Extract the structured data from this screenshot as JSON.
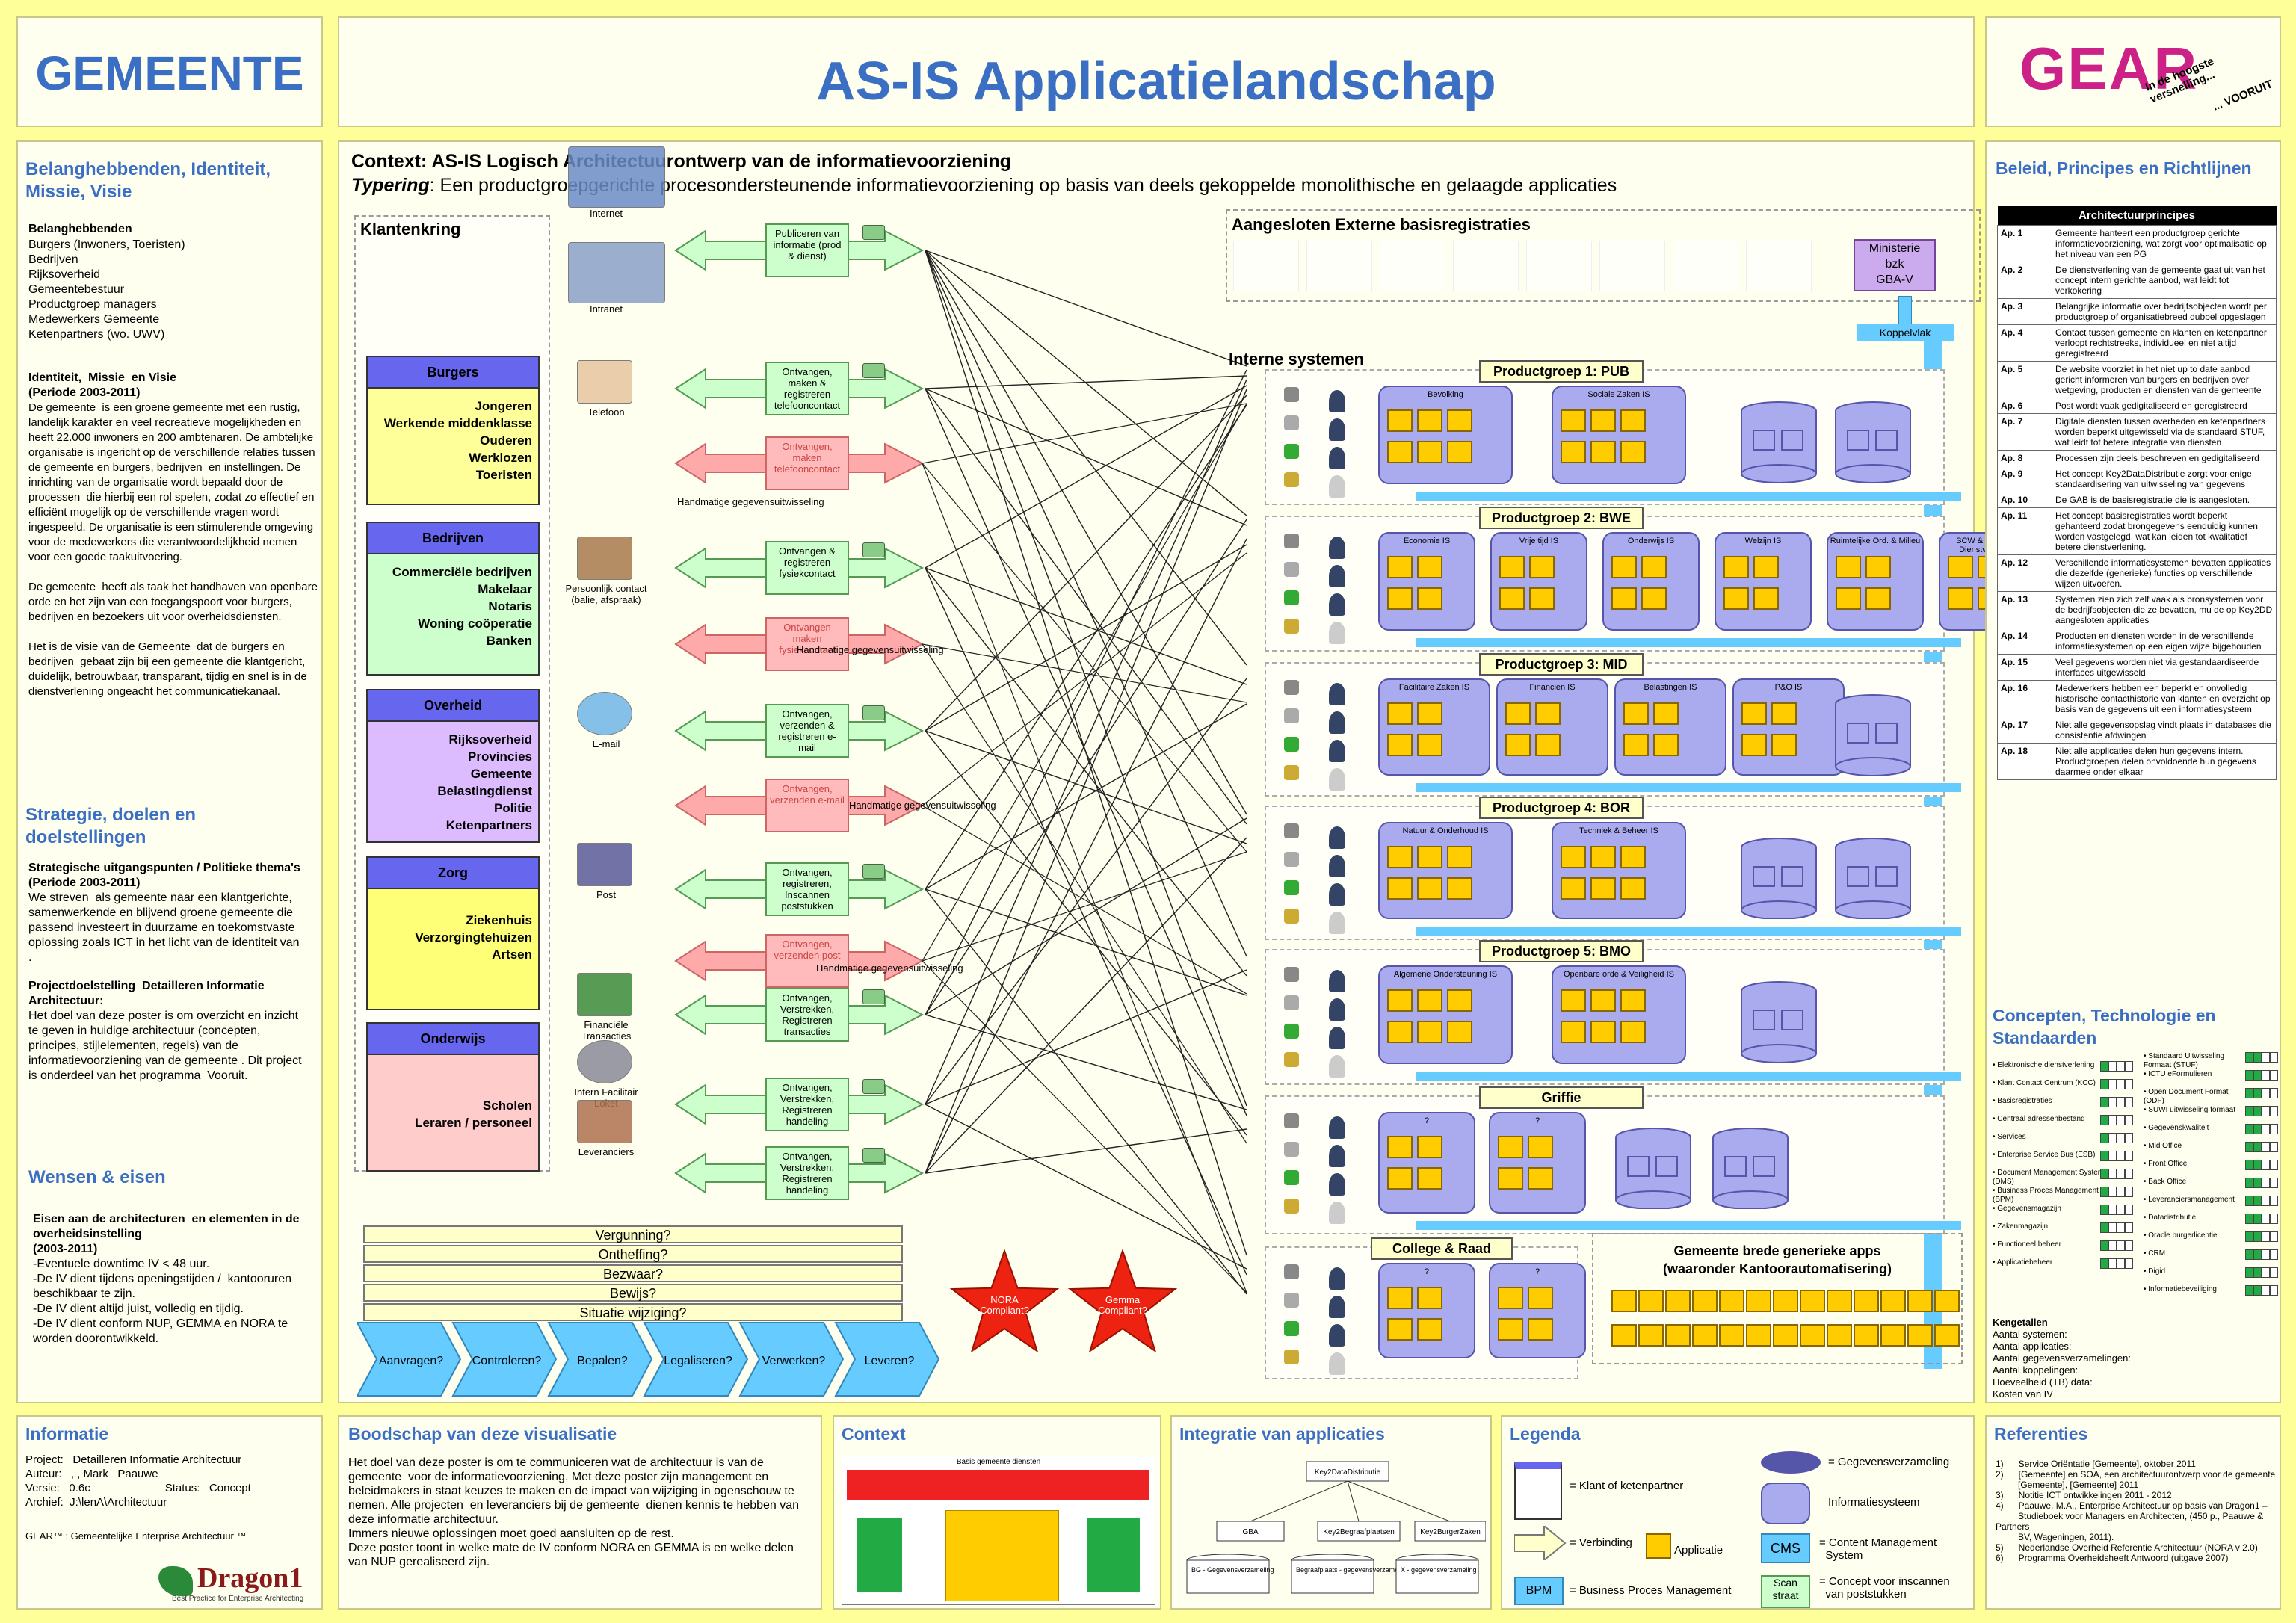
{
  "header": {
    "left_title": "GEMEENTE",
    "main_title": "AS-IS Applicatielandschap",
    "logo_text": "GEAR",
    "logo_tagline1": "In de hoogste versnelling...",
    "logo_tagline2": "... VOORUIT"
  },
  "left": {
    "title1": "Belanghebbenden, Identiteit, Missie, Visie",
    "stakeholders_head": "Belanghebbenden",
    "stakeholders": [
      "Burgers (Inwoners, Toeristen)",
      "Bedrijven",
      "Rijksoverheid",
      "Gemeentebestuur",
      "Productgroep managers",
      "Medewerkers Gemeente",
      "Ketenpartners (wo. UWV)"
    ],
    "identity_head": "Identiteit,  Missie  en Visie\n(Periode 2003-2011)",
    "identity_text": "De gemeente  is een groene gemeente met een rustig, landelijk karakter en veel recreatieve mogelijkheden en heeft 22.000 inwoners en 200 ambtenaren. De ambtelijke organisatie is ingericht op de verschillende relaties tussen de gemeente en burgers, bedrijven  en instellingen. De inrichting van de organisatie wordt bepaald door de processen  die hierbij een rol spelen, zodat zo effectief en efficiënt mogelijk op de verschillende vragen wordt ingespeeld. De organisatie is een stimulerende omgeving voor de medewerkers die verantwoordelijkheid nemen voor een goede taakuitvoering.\n\nDe gemeente  heeft als taak het handhaven van openbare orde en het zijn van een toegangspoort voor burgers, bedrijven en bezoekers uit voor overheidsdiensten.\n\nHet is de visie van de Gemeente  dat de burgers en bedrijven  gebaat zijn bij een gemeente die klantgericht, duidelijk, betrouwbaar, transparant, tijdig en snel is in de dienstverlening ongeacht het communicatiekanaal.",
    "title2": "Strategie, doelen en doelstellingen",
    "strategy_head": "Strategische uitgangspunten / Politieke thema's (Periode 2003-2011)",
    "strategy_text": "We streven  als gemeente naar een klantgerichte, samenwerkende en blijvend groene gemeente die passend investeert in duurzame en toekomstvaste  oplossing zoals ICT in het licht van de identiteit van .",
    "project_head": "Projectdoelstelling  Detailleren Informatie Architectuur:",
    "project_text": "Het doel van deze poster is om overzicht en inzicht te geven in huidige architectuur (concepten, principes, stijlelementen, regels) van de informatievoorziening van de gemeente . Dit project is onderdeel van het programma  Vooruit.",
    "title3": "Wensen & eisen",
    "wishes_head": "Eisen aan de architecturen  en elementen in de overheidsinstelling\n(2003-2011)",
    "wishes_text": "-Eventuele downtime IV < 48 uur.\n-De IV dient tijdens openingstijden /  kantooruren beschikbaar te zijn.\n-De IV dient altijd juist, volledig en tijdig.\n-De IV dient conform NUP, GEMMA en NORA te worden doorontwikkeld."
  },
  "context": {
    "line1_pre": "Context:  AS-IS  Logisch ",
    "line1_bold": "Architectuurontwerp van de informatievoorziening",
    "line2_italic": "Typering",
    "line2_rest": ": Een productgroepgerichte procesondersteunende informatievoorziening op basis van deels gekoppelde monolithische en gelaagde applicaties"
  },
  "klantenkring": {
    "title": "Klantenkring",
    "segments": [
      {
        "name": "Burgers",
        "items": [
          "Jongeren",
          "Werkende middenklasse",
          "Ouderen",
          "Werklozen",
          "Toeristen"
        ],
        "color": "#ffff99"
      },
      {
        "name": "Bedrijven",
        "items": [
          "Commerciële bedrijven",
          "Makelaar",
          "Notaris",
          "Woning coöperatie",
          "Banken"
        ],
        "color": "#ccffcc"
      },
      {
        "name": "Overheid",
        "items": [
          "Rijksoverheid",
          "Provincies",
          "Gemeente",
          "Belastingdienst",
          "Politie",
          "Ketenpartners"
        ],
        "color": "#ddbbff"
      },
      {
        "name": "Zorg",
        "items": [
          "Ziekenhuis",
          "Verzorgingtehuizen",
          "Artsen"
        ],
        "color": "#ffff77"
      },
      {
        "name": "Onderwijs",
        "items": [
          "Scholen",
          "Leraren / personeel"
        ],
        "color": "#ffcccc"
      }
    ]
  },
  "channels": [
    {
      "label": "Internet",
      "icon": "globe-icon"
    },
    {
      "label": "Intranet",
      "icon": "intranet-icon"
    },
    {
      "label": "Telefoon",
      "icon": "phone-icon"
    },
    {
      "label": "Persoonlijk contact\n(balie, afspraak)",
      "icon": "handshake-icon"
    },
    {
      "label": "E-mail",
      "icon": "email-icon"
    },
    {
      "label": "Post",
      "icon": "mail-icon"
    },
    {
      "label": "Financiële\nTransacties",
      "icon": "money-icon"
    },
    {
      "label": "Intern Facilitair\nLoket",
      "icon": "house-icon"
    },
    {
      "label": "Leveranciers",
      "icon": "people-icon"
    }
  ],
  "value_boxes": [
    {
      "text": "Publiceren van informatie (prod & dienst)",
      "type": "green"
    },
    {
      "text": "Ontvangen, maken & registreren telefooncontact",
      "type": "green"
    },
    {
      "text": "Ontvangen, maken telefooncontact",
      "type": "red"
    },
    {
      "text": "Ontvangen & registreren fysiekcontact",
      "type": "green"
    },
    {
      "text": "Ontvangen maken fysiekcontact",
      "type": "red"
    },
    {
      "text": "Ontvangen, verzenden & registreren e-mail",
      "type": "green"
    },
    {
      "text": "Ontvangen, verzenden e-mail",
      "type": "red"
    },
    {
      "text": "Ontvangen, registreren, Inscannen poststukken",
      "type": "green"
    },
    {
      "text": "Ontvangen, verzenden post",
      "type": "red"
    },
    {
      "text": "Ontvangen, Verstrekken, Registreren transacties",
      "type": "green"
    },
    {
      "text": "Ontvangen, Verstrekken, Registreren handeling",
      "type": "green"
    },
    {
      "text": "Ontvangen, Verstrekken, Registreren handeling",
      "type": "green"
    }
  ],
  "manual_label": "Handmatige gegevensuitwisseling",
  "questions": [
    "Vergunning?",
    "Ontheffing?",
    "Bezwaar?",
    "Bewijs?",
    "Situatie wijziging?"
  ],
  "process_chain": [
    "Aanvragen?",
    "Controleren?",
    "Bepalen?",
    "Legaliseren?",
    "Verwerken?",
    "Leveren?"
  ],
  "stars": [
    {
      "text": "NORA\nCompliant?"
    },
    {
      "text": "Gemma\nCompliant?"
    }
  ],
  "external": {
    "title": "Aangesloten  Externe basisregistraties",
    "ministry": "Ministerie\nbzk\nGBA-V",
    "koppelvlak": "Koppelvlak"
  },
  "internal": {
    "title": "Interne systemen",
    "groups": [
      {
        "label": "Productgroep 1: PUB",
        "apps": [
          "Bevolking",
          "Sociale Zaken IS"
        ],
        "dbs": 2
      },
      {
        "label": "Productgroep 2: BWE",
        "apps": [
          "Economie IS",
          "Vrije tijd IS",
          "Onderwijs IS",
          "Welzijn IS",
          "Ruimtelijke Ord. & Milieu",
          "SCW & Maatsch. Dienstverlening"
        ],
        "dbs": 0
      },
      {
        "label": "Productgroep 3: MID",
        "apps": [
          "Facilitaire Zaken IS",
          "Financien IS",
          "Belastingen IS",
          "P&O IS"
        ],
        "dbs": 1
      },
      {
        "label": "Productgroep 4: BOR",
        "apps": [
          "Natuur & Onderhoud IS",
          "Techniek & Beheer IS"
        ],
        "dbs": 2
      },
      {
        "label": "Productgroep 5: BMO",
        "apps": [
          "Algemene Ondersteuning IS",
          "Openbare orde & Veiligheid IS"
        ],
        "dbs": 1
      },
      {
        "label": "Griffie",
        "apps": [
          "?",
          "?"
        ],
        "dbs": 2
      },
      {
        "label": "College & Raad",
        "apps": [
          "?",
          "?"
        ],
        "dbs": 0
      }
    ],
    "generic_title": "Gemeente brede generieke apps\n(waaronder Kantoorautomatisering)"
  },
  "right": {
    "title1": "Beleid, Principes en Richtlijnen",
    "table_head": "Architectuurprincipes",
    "principles": [
      {
        "id": "Ap. 1",
        "text": "Gemeente  hanteert een productgroep gerichte informatievoorziening, wat zorgt voor optimalisatie op het niveau van een PG"
      },
      {
        "id": "Ap. 2",
        "text": "De dienstverlening van de gemeente  gaat uit van het concept intern gerichte aanbod, wat leidt tot verkokering"
      },
      {
        "id": "Ap. 3",
        "text": "Belangrijke informatie over bedrijfsobjecten wordt per productgroep of organisatiebreed dubbel opgeslagen"
      },
      {
        "id": "Ap. 4",
        "text": "Contact tussen gemeente en klanten en ketenpartner verloopt rechtstreeks, individueel en niet altijd geregistreerd"
      },
      {
        "id": "Ap. 5",
        "text": "De website voorziet in het niet up to date aanbod gericht informeren van burgers en bedrijven over wetgeving, producten en diensten van de gemeente"
      },
      {
        "id": "Ap. 6",
        "text": "Post wordt vaak gedigitaliseerd en geregistreerd"
      },
      {
        "id": "Ap. 7",
        "text": "Digitale diensten tussen overheden en ketenpartners worden beperkt uitgewisseld via de standaard STUF, wat leidt tot betere integratie van diensten"
      },
      {
        "id": "Ap. 8",
        "text": "Processen zijn deels beschreven en gedigitaliseerd"
      },
      {
        "id": "Ap. 9",
        "text": "Het concept Key2DataDistributie zorgt voor enige standaardisering van uitwisseling van gegevens"
      },
      {
        "id": "Ap. 10",
        "text": "De GAB is de basisregistratie die is aangesloten."
      },
      {
        "id": "Ap. 11",
        "text": "Het concept basisregistraties wordt  beperkt gehanteerd zodat brongegevens eenduidig kunnen worden vastgelegd, wat kan leiden tot kwalitatief betere dienstverlening."
      },
      {
        "id": "Ap. 12",
        "text": "Verschillende informatiesystemen bevatten applicaties die dezelfde (generieke) functies op verschillende wijzen uitvoeren."
      },
      {
        "id": "Ap. 13",
        "text": "Systemen zien zich zelf vaak als bronsystemen voor de bedrijfsobjecten die ze bevatten, mu de op Key2DD aangesloten applicaties"
      },
      {
        "id": "Ap. 14",
        "text": "Producten en diensten worden in de verschillende informatiesystemen op een eigen wijze bijgehouden"
      },
      {
        "id": "Ap. 15",
        "text": "Veel gegevens worden niet via gestandaardiseerde interfaces uitgewisseld"
      },
      {
        "id": "Ap. 16",
        "text": "Medewerkers hebben een beperkt en onvolledig historische contacthistorie van klanten en overzicht op basis van de gegevens uit een informatiesysteem"
      },
      {
        "id": "Ap. 17",
        "text": "Niet alle gegevensopslag vindt plaats in databases die consistentie afdwingen"
      },
      {
        "id": "Ap. 18",
        "text": "Niet alle applicaties delen hun gegevens intern. Productgroepen delen onvoldoende hun gegevens daarmee onder elkaar"
      }
    ],
    "title2": "Concepten, Technologie en Standaarden",
    "concepts_left": [
      "Elektronische dienstverlening",
      "Klant Contact Centrum (KCC)",
      "Basisregistraties",
      "Centraal adressenbestand",
      "Services",
      "Enterprise Service Bus (ESB)",
      "Document Management System (DMS)",
      "Business Proces Management (BPM)",
      "Gegevensmagazijn",
      "Zakenmagazijn",
      "Functioneel beheer",
      "Applicatiebeheer"
    ],
    "concepts_right": [
      "Standaard Uitwisseling Formaat (STUF)",
      "ICTU eFormulieren",
      "Open Document Format (ODF)",
      "SUWI uitwisseling formaat",
      "Gegevenskwaliteit",
      "Mid Office",
      "Front Office",
      "Back Office",
      "Leveranciersmanagement",
      "Datadistributie",
      "Oracle burgerlicentie",
      "CRM",
      "Digid",
      "Informatiebeveiliging"
    ],
    "kengetallen_head": "Kengetallen",
    "kengetallen": [
      "Aantal systemen:",
      "Aantal applicaties:",
      "Aantal gegevensverzamelingen:",
      "Aantal koppelingen:",
      "Hoeveelheid (TB) data:",
      "Kosten van IV"
    ]
  },
  "bottom": {
    "info_title": "Informatie",
    "info_lines": [
      "Project:   Detailleren Informatie Architectuur",
      "Auteur:   , , Mark   Paauwe",
      "Versie:   0.6c                        Status:   Concept",
      "Archief:  J:\\lenA\\Architectuur"
    ],
    "gear_note": "GEAR™ : Gemeentelijke Enterprise Architectuur ™",
    "dragon": "Dragon1",
    "dragon_sub": "Best Practice for Enterprise Architecting",
    "msg_title": "Boodschap van deze visualisatie",
    "msg_text": "Het doel van deze poster is om te communiceren wat de architectuur is van de gemeente  voor de informatievoorziening. Met deze poster zijn management en beleidmakers in staat keuzes te maken en de impact van wijziging in ogenschouw te nemen. Alle projecten  en leveranciers bij de gemeente  dienen kennis te hebben van deze informatie architectuur.\nImmers nieuwe oplossingen moet goed aansluiten op de rest.\nDeze poster toont in welke mate de IV conform NORA en GEMMA is en welke delen van NUP gerealiseerd zijn.",
    "ctx_title": "Context",
    "ctx_head": "Basis gemeente diensten",
    "int_title": "Integratie van applicaties",
    "int_nodes": [
      "Key2DataDistributie",
      "GBA",
      "Key2Begraafplaatsen",
      "Key2BurgerZaken"
    ],
    "int_dbs": [
      "BG - Gegevensverzameling",
      "Begraafplaats - gegevensverzameling",
      "X - gegevensverzameling"
    ],
    "legend_title": "Legenda",
    "legend": {
      "klant": "= Klant of ketenpartner",
      "gegevens": "= Gegevensverzameling",
      "infosys": "Informatiesysteem",
      "verbinding": "= Verbinding",
      "applicatie": "Applicatie",
      "cms": "CMS",
      "cms_desc": "= Content Management\n  System",
      "bpm": "BPM",
      "bpm_desc": "= Business Proces Management",
      "scan": "Scan\nstraat",
      "scan_desc": "= Concept voor inscannen\n  van poststukken"
    },
    "ref_title": "Referenties",
    "refs": [
      "1)      Service Oriëntatie [Gemeente], oktober 2011",
      "2)      [Gemeente] en SOA, een architectuurontwerp voor de gemeente\n         [Gemeente], [Gemeente] 2011",
      "3)      Notitie ICT ontwikkelingen 2011 - 2012",
      "4)      Paauwe, M.A., Enterprise Architectuur op basis van Dragon1 –\n         Studieboek voor Managers en Architecten, (450 p., Paauwe & Partners\n         BV, Wageningen, 2011).",
      "5)      Nederlandse Overheid Referentie Architectuur (NORA v 2.0)",
      "6)      Programma Overheidsheeft Antwoord (uitgave 2007)"
    ]
  },
  "colors": {
    "title_blue": "#3a6fc4",
    "panel_border": "#c8c88a",
    "koppel_blue": "#66ccff",
    "app_purple": "#aaaaee",
    "cell_yellow": "#ffcc00"
  }
}
